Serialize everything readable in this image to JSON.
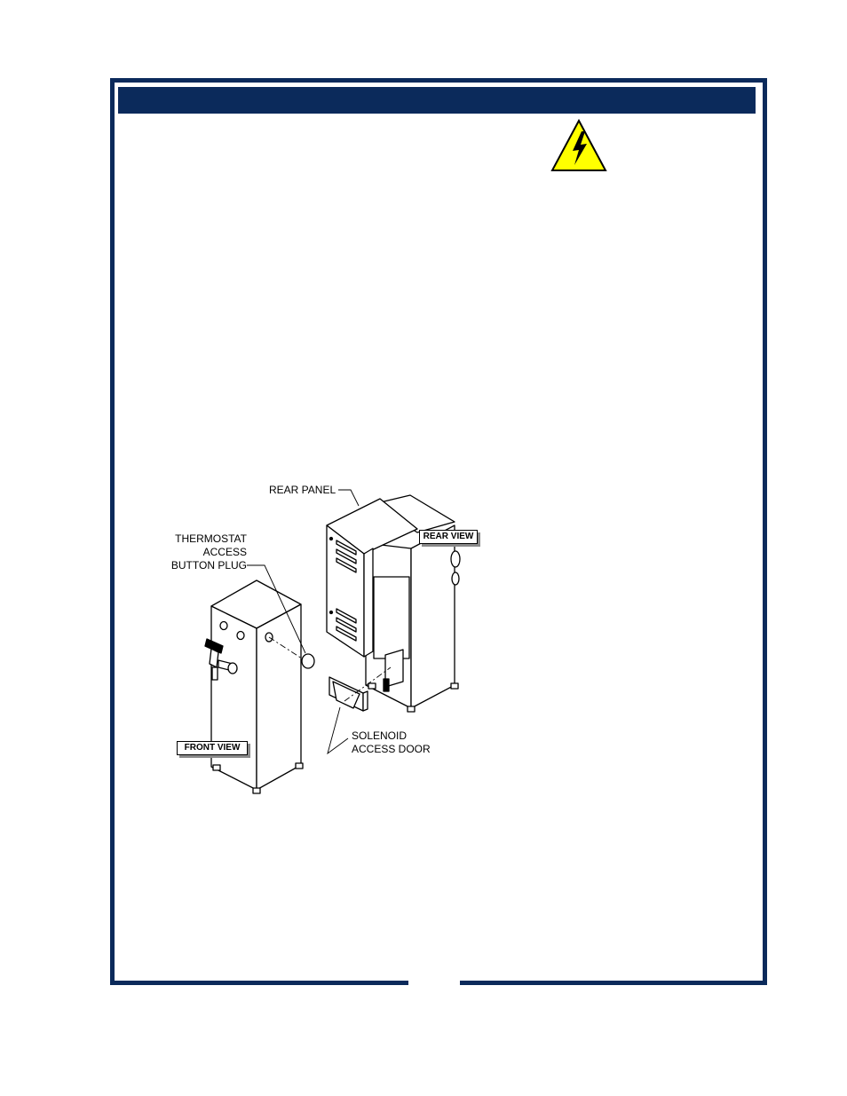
{
  "figure": {
    "labels": {
      "thermostat_line1": "THERMOSTAT",
      "thermostat_line2": "ACCESS",
      "thermostat_line3": "BUTTON PLUG",
      "rear_panel": "REAR PANEL",
      "rear_view": "REAR VIEW",
      "front_view": "FRONT VIEW",
      "solenoid_line1": "SOLENOID",
      "solenoid_line2": "ACCESS DOOR"
    }
  },
  "colors": {
    "frame": "#0b2a5b",
    "warning_fill": "#ffff00"
  },
  "icons": {
    "warning": "electrical-hazard-icon"
  }
}
